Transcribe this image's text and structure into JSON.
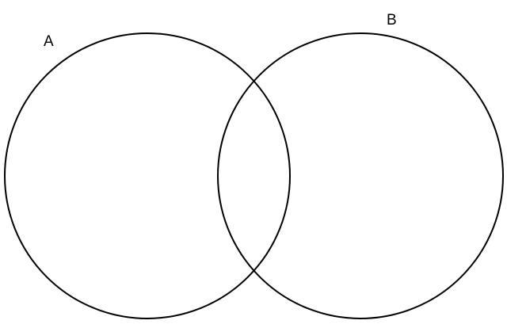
{
  "diagram": {
    "type": "venn",
    "colors": {
      "background": "#ffffff",
      "stroke": "#000000",
      "label": "#000000"
    },
    "sets": [
      {
        "id": "a",
        "label": "A"
      },
      {
        "id": "b",
        "label": "B"
      }
    ]
  }
}
